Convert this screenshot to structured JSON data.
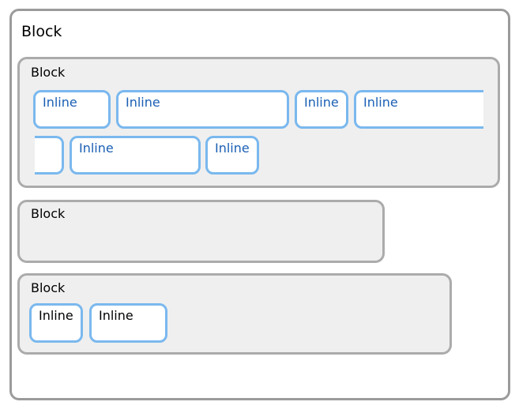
{
  "outer": {
    "label": "Block"
  },
  "blocks": [
    {
      "label": "Block",
      "inlines": [
        "Inline",
        "Inline",
        "Inline",
        "Inline",
        "",
        "Inline",
        "Inline"
      ]
    },
    {
      "label": "Block",
      "inlines": []
    },
    {
      "label": "Block",
      "inlines": [
        "Inline",
        "Inline"
      ]
    }
  ],
  "colors": {
    "outer_border": "#9b9b9b",
    "block_border": "#ababab",
    "block_fill": "#efefef",
    "inline_border": "#7ab8ee",
    "inline_text_blue": "#1a5fb4",
    "inline_text_black": "#000000"
  }
}
